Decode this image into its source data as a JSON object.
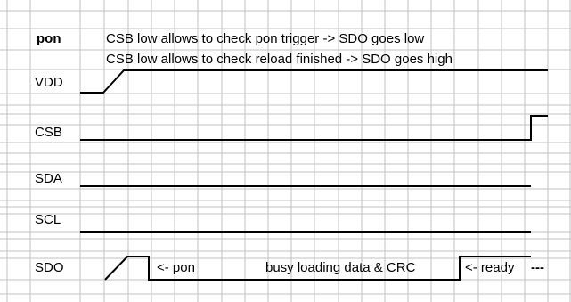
{
  "title": "pon",
  "notes": [
    "CSB low allows to check pon trigger -> SDO goes low",
    "CSB low allows to check reload finished -> SDO goes high"
  ],
  "signals": [
    {
      "name": "VDD"
    },
    {
      "name": "CSB"
    },
    {
      "name": "SDA"
    },
    {
      "name": "SCL"
    },
    {
      "name": "SDO"
    }
  ],
  "annotations": {
    "pon": "<- pon",
    "busy": "busy loading data & CRC",
    "ready": "<- ready",
    "ready_tail": "---"
  },
  "colors": {
    "grid": "#c0c0c0",
    "trace": "#000000"
  }
}
